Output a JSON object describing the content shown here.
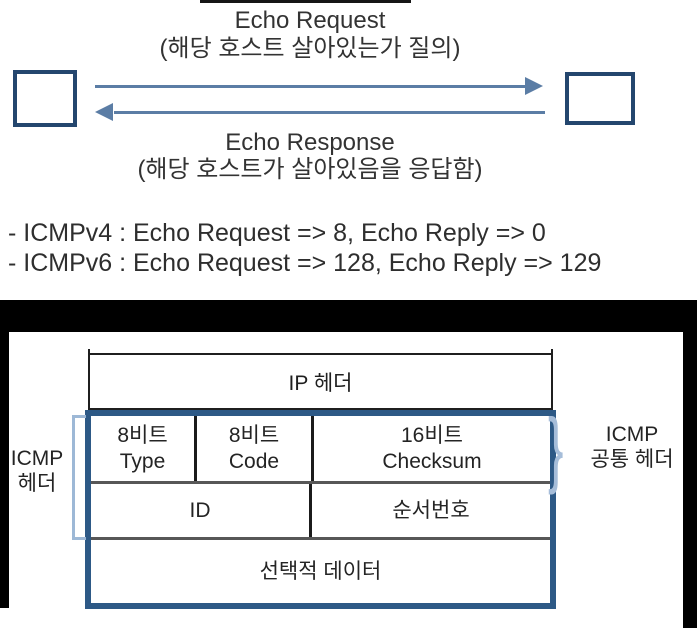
{
  "echo": {
    "request_title": "Echo Request",
    "request_note": "(해당 호스트 살아있는가 질의)",
    "response_title": "Echo Response",
    "response_note": "(해당 호스트가 살아있음을 응답함)"
  },
  "notes": {
    "icmpv4": "- ICMPv4 : Echo Request => 8, Echo Reply => 0",
    "icmpv6": "- ICMPv6 : Echo Request => 128, Echo Reply => 129"
  },
  "packet": {
    "ip_header": "IP 헤더",
    "fields": [
      {
        "bits": "8비트",
        "name": "Type"
      },
      {
        "bits": "8비트",
        "name": "Code"
      },
      {
        "bits": "16비트",
        "name": "Checksum"
      }
    ],
    "row2": {
      "id": "ID",
      "seq": "순서번호"
    },
    "row3": "선택적 데이터",
    "left_label": {
      "line1": "ICMP",
      "line2": "헤더"
    },
    "right_label": {
      "line1": "ICMP",
      "line2": "공통 헤더"
    },
    "brace_glyph": "}"
  },
  "colors": {
    "host_box_border": "#24466e",
    "arrow": "#5b7da5",
    "packet_border": "#2d5986",
    "bracket": "#9db8d6",
    "frame": "#000000",
    "row_separator": "#575757",
    "text": "#2e2e2e"
  }
}
